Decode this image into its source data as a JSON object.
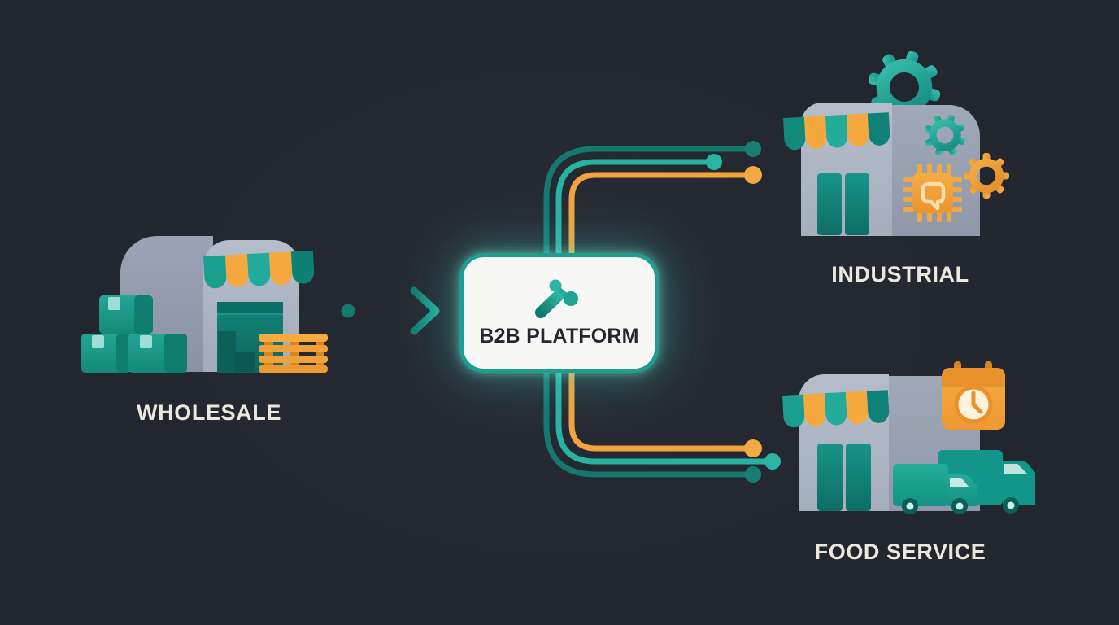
{
  "diagram": {
    "type": "flow-infographic",
    "source": {
      "id": "wholesale",
      "label": "WHOLESALE",
      "icon": "warehouse-store-with-boxes-and-pallet"
    },
    "hub": {
      "id": "platform",
      "label": "B2B PLATFORM",
      "icon": "molecule-logo"
    },
    "targets": [
      {
        "id": "industrial",
        "label": "INDUSTRIAL",
        "icon": "store-with-gears-and-microchip"
      },
      {
        "id": "food_service",
        "label": "FOOD SERVICE",
        "icon": "store-with-calendar-clock-and-delivery-trucks"
      }
    ],
    "connectors": [
      {
        "from": "wholesale",
        "to": "platform",
        "style": "straight-arrow-with-start-dot",
        "color": "#1b998b"
      },
      {
        "from": "platform",
        "to": "industrial",
        "style": "three-rounded-circuit-traces-with-end-dots",
        "colors": [
          "#15796f",
          "#28b2a2",
          "#f1a43c"
        ]
      },
      {
        "from": "platform",
        "to": "food_service",
        "style": "three-rounded-circuit-traces-with-end-dots",
        "colors": [
          "#f1a43c",
          "#28b2a2",
          "#15796f"
        ]
      }
    ]
  },
  "colors": {
    "background": "#22262f",
    "teal": "#28b2a2",
    "teal_dark": "#15796f",
    "orange": "#f1a43c",
    "building_gray_light": "#aeb5c1",
    "building_gray_mid": "#99a2b1",
    "card_background": "#f7f8f5",
    "card_border": "#1d9e90",
    "label_text": "#ece8dd",
    "card_text": "#23272e"
  }
}
